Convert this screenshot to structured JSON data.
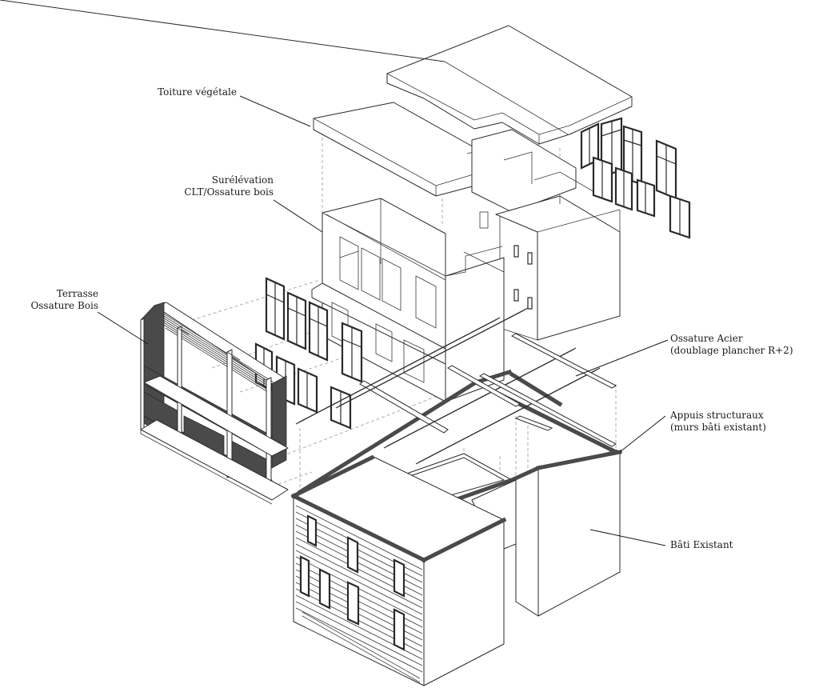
{
  "diagram": {
    "type": "exploded-axonometric",
    "subject": "building extension"
  },
  "labels": [
    {
      "id": "toiture",
      "lines": [
        "Toiture végétale"
      ]
    },
    {
      "id": "surelevation",
      "lines": [
        "Surélévation",
        "CLT/Ossature bois"
      ]
    },
    {
      "id": "terrasse",
      "lines": [
        "Terrasse",
        "Ossature Bois"
      ]
    },
    {
      "id": "acier",
      "lines": [
        "Ossature Acier",
        "(doublage plancher R+2)"
      ]
    },
    {
      "id": "appuis",
      "lines": [
        "Appuis structuraux",
        "(murs bâti existant)"
      ]
    },
    {
      "id": "bati",
      "lines": [
        "Bâti Existant"
      ]
    }
  ],
  "colors": {
    "line": "#2a2a2a",
    "fill_dark": "#4a4a4a",
    "dash": "#9a9a9a",
    "background": "#ffffff"
  }
}
